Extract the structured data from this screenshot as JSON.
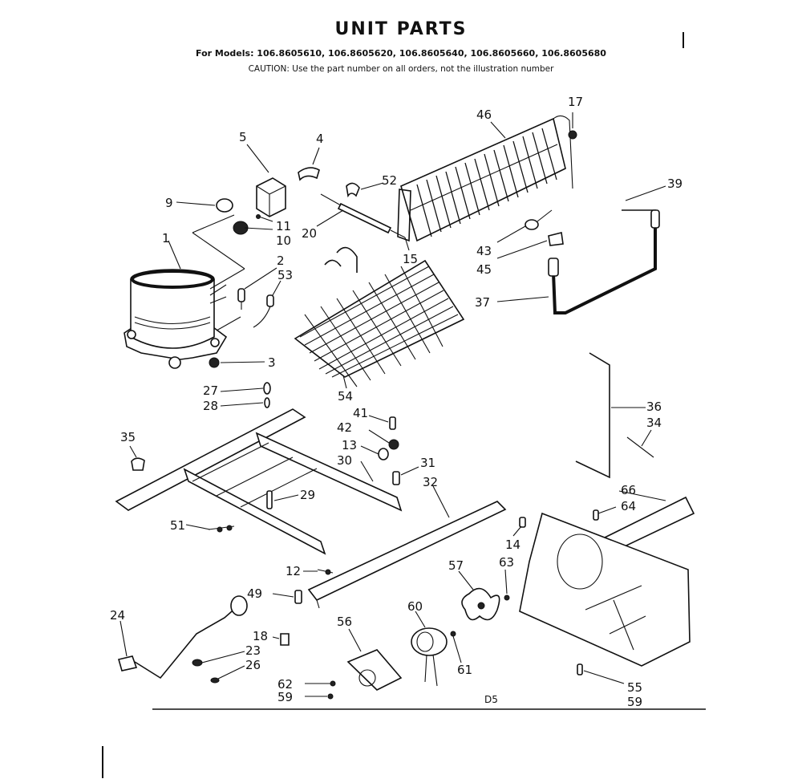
{
  "header": {
    "title": "UNIT PARTS",
    "models": "For Models: 106.8605610, 106.8605620, 106.8605640, 106.8605660, 106.8605680",
    "caution": "CAUTION: Use the part number on all orders, not the illustration number"
  },
  "footer_code": "D5",
  "callouts": [
    "1",
    "2",
    "3",
    "4",
    "5",
    "9",
    "10",
    "11",
    "12",
    "13",
    "14",
    "15",
    "17",
    "18",
    "20",
    "23",
    "24",
    "26",
    "27",
    "28",
    "29",
    "30",
    "31",
    "32",
    "34",
    "35",
    "36",
    "37",
    "39",
    "41",
    "42",
    "43",
    "45",
    "46",
    "49",
    "51",
    "52",
    "53",
    "54",
    "55",
    "56",
    "57",
    "59",
    "59",
    "60",
    "61",
    "62",
    "63",
    "64",
    "66"
  ]
}
